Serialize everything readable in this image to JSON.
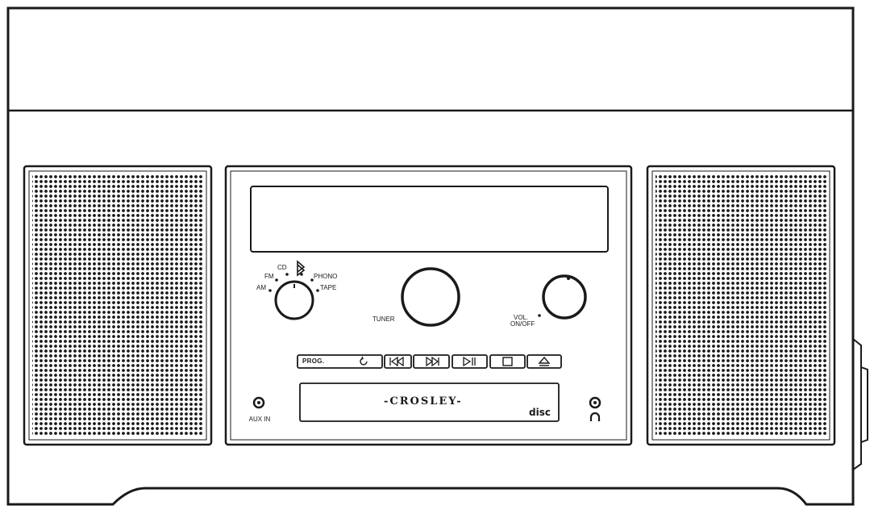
{
  "device": {
    "brand": "-CROSLEY-",
    "disc_logo": "disc",
    "source_selector": {
      "labels": [
        "AM",
        "FM",
        "CD",
        "PHONO",
        "TAPE"
      ],
      "bluetooth_icon": "bluetooth-icon"
    },
    "tuner_label": "TUNER",
    "volume_label_line1": "VOL.",
    "volume_label_line2": "ON/OFF",
    "aux_label": "AUX IN",
    "headphone_icon": "headphone-icon",
    "buttons": {
      "prog_label": "PROG.",
      "repeat_icon": "repeat-icon",
      "prev_icon": "skip-back-icon",
      "next_icon": "skip-forward-icon",
      "play_pause_icon": "play-pause-icon",
      "stop_icon": "stop-icon",
      "eject_icon": "eject-icon"
    }
  }
}
